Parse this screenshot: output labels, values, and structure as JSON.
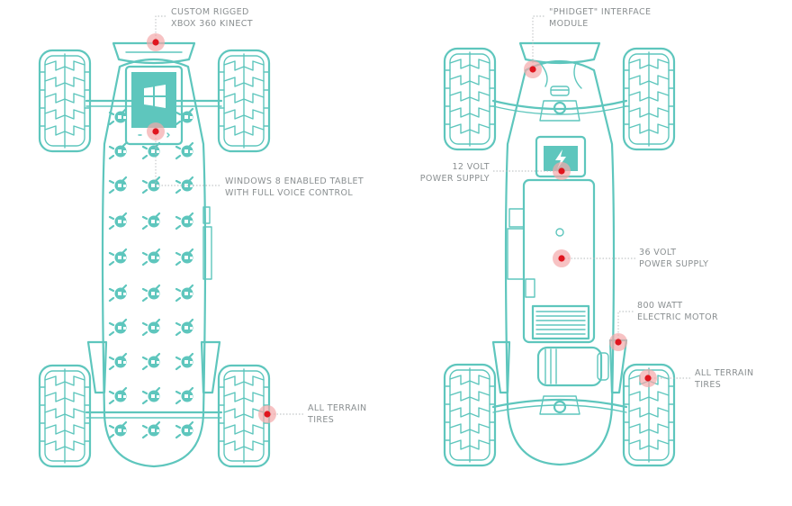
{
  "colors": {
    "accent": "#5ec6bd",
    "marker": "#e0151e",
    "marker_halo": "#f4a8aa",
    "label": "#8a8f91"
  },
  "icons": {
    "tablet_logo": "windows-logo-icon",
    "battery_symbol": "lightning-bolt-icon"
  },
  "left_board": {
    "callouts": [
      {
        "lines": [
          "CUSTOM RIGGED",
          "XBOX 360 KINECT"
        ]
      },
      {
        "lines": [
          "WINDOWS 8 ENABLED TABLET",
          "WITH FULL VOICE CONTROL"
        ]
      },
      {
        "lines": [
          "ALL TERRAIN",
          "TIRES"
        ]
      }
    ]
  },
  "right_board": {
    "callouts": [
      {
        "lines": [
          "\"PHIDGET\" INTERFACE",
          "MODULE"
        ]
      },
      {
        "lines": [
          "12 VOLT",
          "POWER SUPPLY"
        ]
      },
      {
        "lines": [
          "36 VOLT",
          "POWER SUPPLY"
        ]
      },
      {
        "lines": [
          "800 WATT",
          "ELECTRIC  MOTOR"
        ]
      },
      {
        "lines": [
          "ALL TERRAIN",
          "TIRES"
        ]
      }
    ]
  }
}
